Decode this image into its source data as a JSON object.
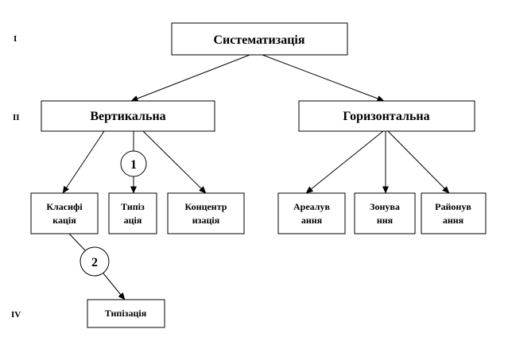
{
  "levels": [
    "I",
    "II",
    "IV"
  ],
  "nodes": {
    "root": "Систематизація",
    "vertical": "Вертикальна",
    "horizontal": "Горизонтальна",
    "classification": [
      "Класифі",
      "кація"
    ],
    "typization_short": [
      "Типіз",
      "ація"
    ],
    "concentration": [
      "Концентр",
      "изація"
    ],
    "areal": [
      "Ареалув",
      "ання"
    ],
    "zoning": [
      "Зонува",
      "ння"
    ],
    "regioning": [
      "Районув",
      "ання"
    ],
    "typization": "Типізація"
  },
  "markers": [
    "1",
    "2"
  ]
}
